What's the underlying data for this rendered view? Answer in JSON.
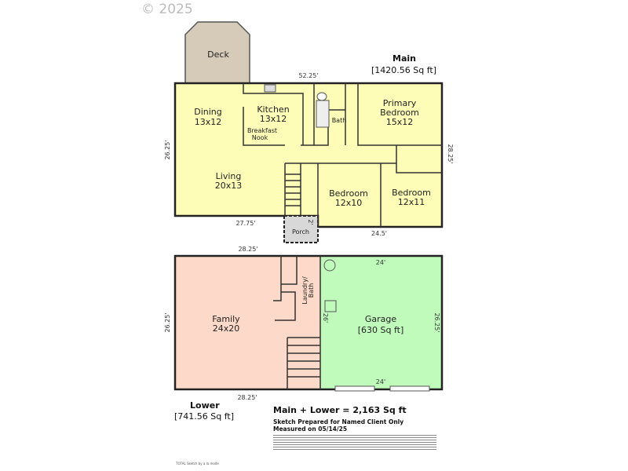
{
  "watermark": "© 2025",
  "main": {
    "title": "Main",
    "area": "[1420.56 Sq ft]",
    "dims": {
      "top": "52.25'",
      "left": "26.25'",
      "right": "28.25'",
      "bottom_left": "27.75'",
      "bottom_right": "24.5'",
      "porch": "2'"
    },
    "rooms": {
      "deck": "Deck",
      "dining": "Dining",
      "dining_size": "13x12",
      "kitchen": "Kitchen",
      "kitchen_size": "13x12",
      "nook1": "Breakfast",
      "nook2": "Nook",
      "bath": "Bath",
      "primary1": "Primary",
      "primary2": "Bedroom",
      "primary_size": "15x12",
      "living": "Living",
      "living_size": "20x13",
      "bed1": "Bedroom",
      "bed1_size": "12x10",
      "bed2": "Bedroom",
      "bed2_size": "12x11",
      "porch": "Porch"
    }
  },
  "lower": {
    "title": "Lower",
    "area": "[741.56 Sq ft]",
    "dims": {
      "top": "28.25'",
      "left": "26.25'",
      "bottom": "28.25'",
      "garage_top": "24'",
      "garage_bottom": "24'",
      "garage_right": "26.25'",
      "garage_left": "26'"
    },
    "rooms": {
      "family": "Family",
      "family_size": "24x20",
      "laundry1": "Laundry/",
      "laundry2": "Bath",
      "garage": "Garage",
      "garage_area": "[630 Sq ft]"
    }
  },
  "summary": {
    "total": "Main + Lower = 2,163 Sq ft",
    "prepared": "Sketch Prepared for Named Client Only",
    "measured": "Measured on 05/14/25"
  },
  "footer": "TOTAL Sketch by a la mode",
  "colors": {
    "main_fill": "#fdfdb8",
    "family_fill": "#fcd9c8",
    "garage_fill": "#c0fbbc",
    "deck_fill": "#d6cbb8",
    "porch_fill": "#d8d8d8"
  }
}
